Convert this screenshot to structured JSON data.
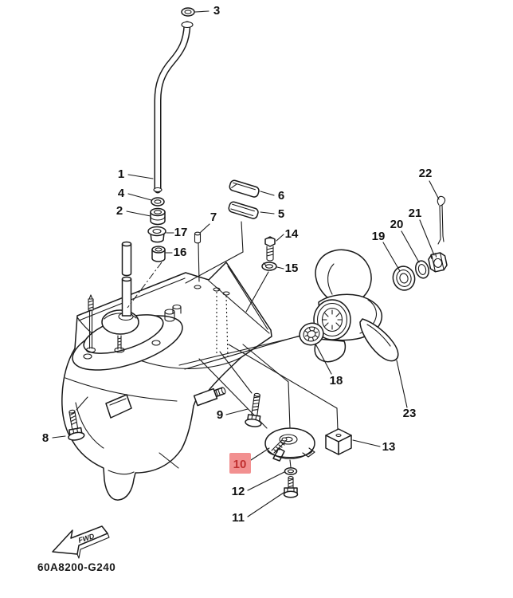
{
  "part_code": "60A8200-G240",
  "fwd_arrow": {
    "label": "FWD"
  },
  "colors": {
    "line": "#1a1a1a",
    "background": "#ffffff",
    "highlight_bg": "#f29090",
    "highlight_text": "#c03030"
  },
  "highlighted_callout": "10",
  "callouts": [
    {
      "label": "1"
    },
    {
      "label": "2"
    },
    {
      "label": "3"
    },
    {
      "label": "4"
    },
    {
      "label": "5"
    },
    {
      "label": "6"
    },
    {
      "label": "7"
    },
    {
      "label": "8"
    },
    {
      "label": "9"
    },
    {
      "label": "10"
    },
    {
      "label": "11"
    },
    {
      "label": "12"
    },
    {
      "label": "13"
    },
    {
      "label": "14"
    },
    {
      "label": "15"
    },
    {
      "label": "16"
    },
    {
      "label": "17"
    },
    {
      "label": "18"
    },
    {
      "label": "19"
    },
    {
      "label": "20"
    },
    {
      "label": "21"
    },
    {
      "label": "22"
    },
    {
      "label": "23"
    }
  ]
}
